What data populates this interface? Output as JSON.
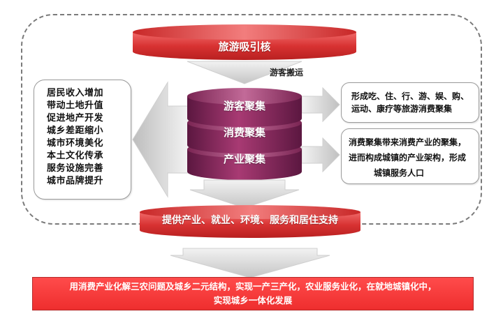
{
  "title": "旅游吸引核",
  "transport_label": "游客搬运",
  "cylinder": [
    {
      "label": "游客聚集"
    },
    {
      "label": "消费聚集"
    },
    {
      "label": "产业聚集"
    }
  ],
  "left_box": {
    "lines": [
      "居民收入增加",
      "带动土地升值",
      "促进地产开发",
      "城乡差距缩小",
      "城市环境美化",
      "本土文化传承",
      "服务设施完善",
      "城市品牌提升"
    ]
  },
  "right_box_1": {
    "lines": [
      "形成吃、住、行、游、娱、购、",
      "运动、康疗等旅游消费聚集"
    ]
  },
  "right_box_2": {
    "lines": [
      "消费聚集带来消费产业的聚集，",
      "进而构成城镇的产业架构，形成",
      "城镇服务人口"
    ]
  },
  "support_label": "提供产业、就业、环境、服务和居住支持",
  "bottom_bar": {
    "lines": [
      "用消费产业化解三农问题及城乡二元结构，实现一产三产化，农业服务业化，在就地城镇化中，",
      "实现城乡一体化发展"
    ]
  },
  "colors": {
    "top_bar": "#d63a3a",
    "cylinder_purple": "#8c2a5c",
    "bottom_bar": "#f03838",
    "arrow_gray": "#d8d8d8"
  }
}
